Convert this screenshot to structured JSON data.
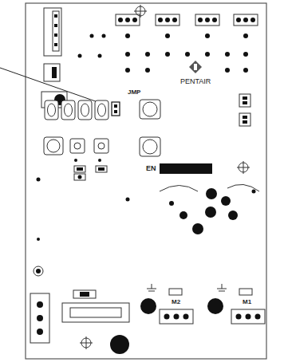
{
  "diagram": {
    "labels": [
      "JMP",
      "PENTAIR",
      "EN",
      "M2",
      "M1"
    ]
  }
}
